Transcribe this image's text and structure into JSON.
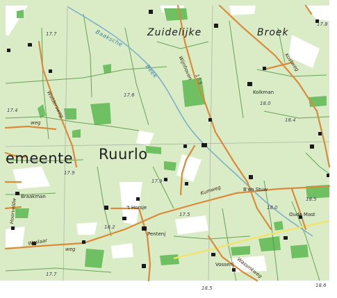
{
  "map": {
    "region_labels": {
      "gemeente": "emeente",
      "ruurlo": "Ruurlo",
      "zuidelijke": "Zuidelijke",
      "broek": "Broek"
    },
    "water_labels": {
      "baaksche": "Baaksche",
      "beek": "Beek"
    },
    "road_labels": {
      "kumweg": "Kumweg",
      "weg_west": "weg",
      "weg_south": "weg",
      "wassinkweg": "Wassinkweg",
      "wolderweg": "Woldersweg",
      "waslanweg": "Waslaar",
      "hoorveldweg": "Hoorveldw",
      "n_road": "Wijnhoven",
      "kostweg": "Kostweg"
    },
    "farm_labels": {
      "kolkman": "Kolkman",
      "bren_stuw": "B'en Stuw",
      "braakman": "Braakman",
      "t_horsje": "'t Horsje",
      "pentenj": "Pentenj",
      "oude_mast": "Oude Mast",
      "vossenj": "Vossenj"
    },
    "elevations": {
      "e1": "17.7",
      "e2": "17.8",
      "e3": "17.5",
      "e4": "17.6",
      "e5": "18.0",
      "e6": "18.4",
      "e7": "17.4",
      "e8": "17.9",
      "e9": "17.9",
      "e10": "18.2",
      "e11": "18.0",
      "e12": "18.5",
      "e13": "17.7",
      "e14": "18.5",
      "e15": "18.6",
      "e16": "17.5"
    },
    "colors": {
      "background": "#d9ecc6",
      "field_green": "#6fc063",
      "white_area": "#ffffff",
      "main_road": "#d98a3a",
      "minor_road": "#4c8d3a",
      "stream": "#7fb0c6",
      "yellow_road": "#f2e36a",
      "grid_line": "#9aa09a",
      "symbol": "#1a1a1a"
    }
  }
}
